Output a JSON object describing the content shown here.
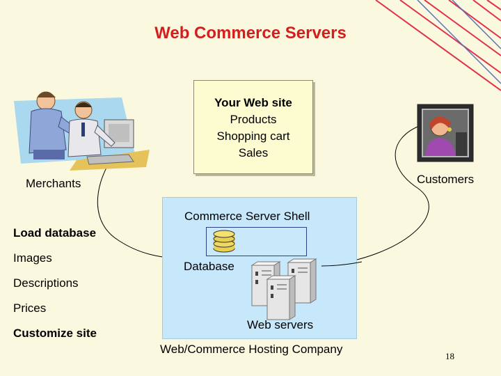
{
  "title": "Web Commerce Servers",
  "website": {
    "heading": "Your Web site",
    "items": [
      "Products",
      "Shopping cart",
      "Sales"
    ]
  },
  "labels": {
    "merchants": "Merchants",
    "customers": "Customers",
    "commerce_server_shell": "Commerce Server Shell",
    "database": "Database",
    "web_servers": "Web servers",
    "hosting_company": "Web/Commerce Hosting Company"
  },
  "merchant_tasks": {
    "load_database": "Load database",
    "images": "Images",
    "descriptions": "Descriptions",
    "prices": "Prices",
    "customize_site": "Customize site"
  },
  "page_number": "18",
  "colors": {
    "title": "#d41e1e",
    "background": "#fbf8e0",
    "server_box": "#c7e7fb",
    "site_box": "#fdfbd0",
    "corner_stripes": "#e0304a"
  },
  "icons": [
    "merchants-clipart",
    "customer-clipart",
    "database-icon",
    "server-icon"
  ]
}
